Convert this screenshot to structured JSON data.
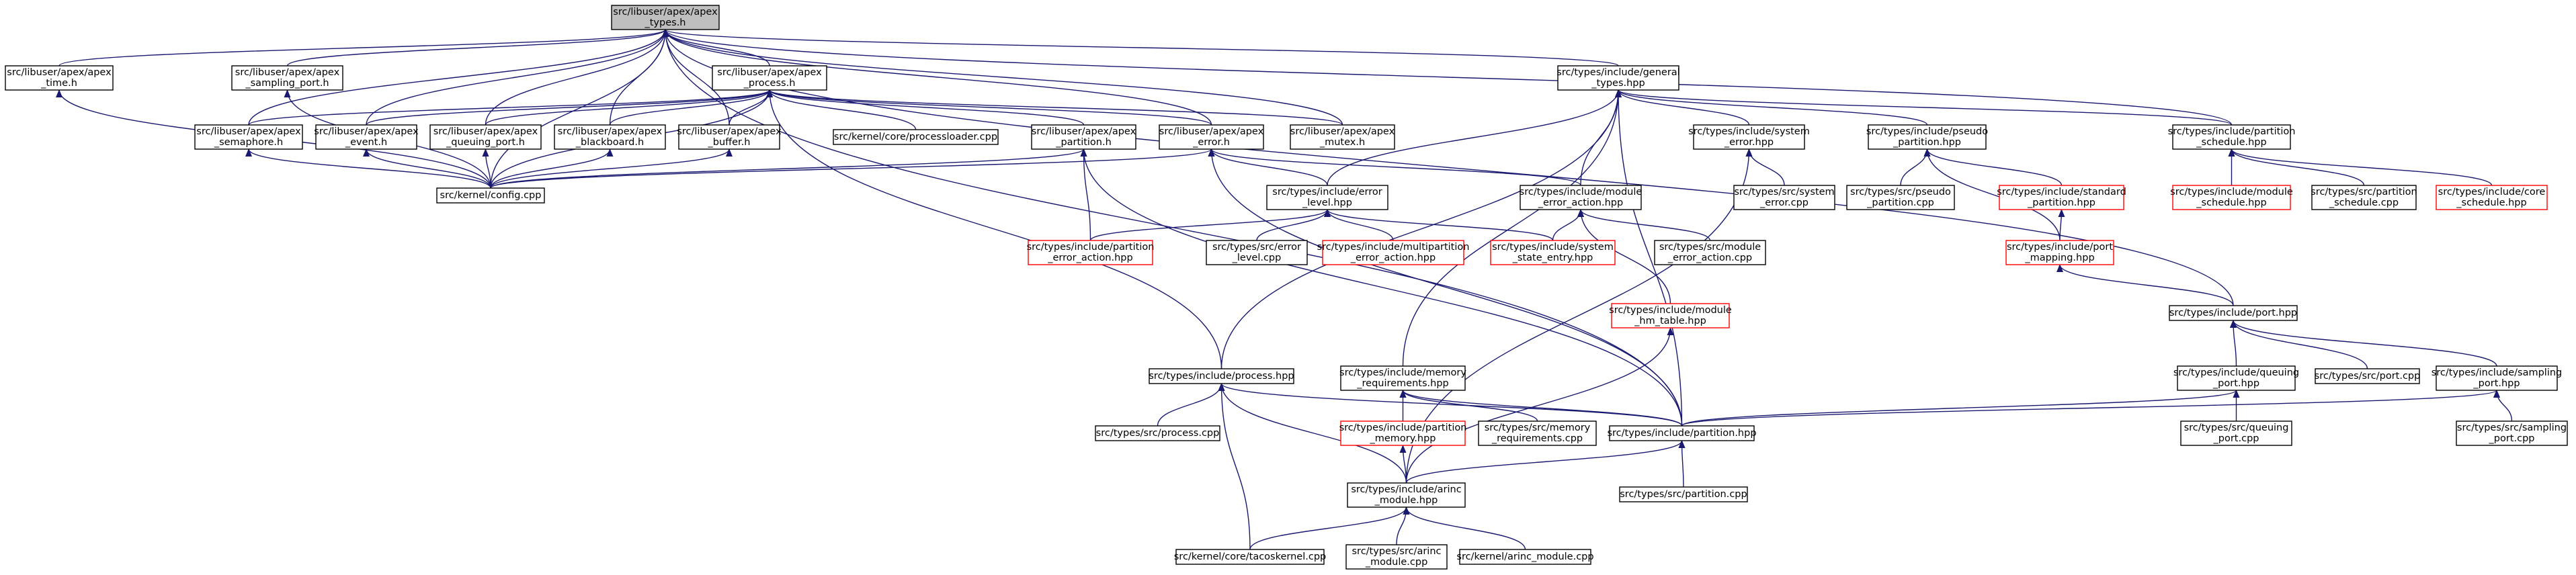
{
  "graph": {
    "nodes": [
      {
        "id": "types_h",
        "lines": [
          "src/libuser/apex/apex",
          "_types.h"
        ],
        "style": "root"
      },
      {
        "id": "time_h",
        "lines": [
          "src/libuser/apex/apex",
          "_time.h"
        ],
        "style": "normal"
      },
      {
        "id": "sampling_h",
        "lines": [
          "src/libuser/apex/apex",
          "_sampling_port.h"
        ],
        "style": "normal"
      },
      {
        "id": "process_h",
        "lines": [
          "src/libuser/apex/apex",
          "_process.h"
        ],
        "style": "normal"
      },
      {
        "id": "general_types",
        "lines": [
          "src/types/include/general",
          "_types.hpp"
        ],
        "style": "normal"
      },
      {
        "id": "semaphore_h",
        "lines": [
          "src/libuser/apex/apex",
          "_semaphore.h"
        ],
        "style": "normal"
      },
      {
        "id": "event_h",
        "lines": [
          "src/libuser/apex/apex",
          "_event.h"
        ],
        "style": "normal"
      },
      {
        "id": "queuing_h",
        "lines": [
          "src/libuser/apex/apex",
          "_queuing_port.h"
        ],
        "style": "normal"
      },
      {
        "id": "blackboard_h",
        "lines": [
          "src/libuser/apex/apex",
          "_blackboard.h"
        ],
        "style": "normal"
      },
      {
        "id": "buffer_h",
        "lines": [
          "src/libuser/apex/apex",
          "_buffer.h"
        ],
        "style": "normal"
      },
      {
        "id": "processloader",
        "lines": [
          "src/kernel/core/processloader.cpp"
        ],
        "style": "normal"
      },
      {
        "id": "partition_h",
        "lines": [
          "src/libuser/apex/apex",
          "_partition.h"
        ],
        "style": "normal"
      },
      {
        "id": "error_h",
        "lines": [
          "src/libuser/apex/apex",
          "_error.h"
        ],
        "style": "normal"
      },
      {
        "id": "mutex_h",
        "lines": [
          "src/libuser/apex/apex",
          "_mutex.h"
        ],
        "style": "normal"
      },
      {
        "id": "sys_error",
        "lines": [
          "src/types/include/system",
          "_error.hpp"
        ],
        "style": "normal"
      },
      {
        "id": "pseudo_part",
        "lines": [
          "src/types/include/pseudo",
          "_partition.hpp"
        ],
        "style": "normal"
      },
      {
        "id": "part_sched",
        "lines": [
          "src/types/include/partition",
          "_schedule.hpp"
        ],
        "style": "normal"
      },
      {
        "id": "config_cpp",
        "lines": [
          "src/kernel/config.cpp"
        ],
        "style": "normal"
      },
      {
        "id": "error_level",
        "lines": [
          "src/types/include/error",
          "_level.hpp"
        ],
        "style": "normal"
      },
      {
        "id": "mod_err_act",
        "lines": [
          "src/types/include/module",
          "_error_action.hpp"
        ],
        "style": "normal"
      },
      {
        "id": "sys_error_cpp",
        "lines": [
          "src/types/src/system",
          "_error.cpp"
        ],
        "style": "normal"
      },
      {
        "id": "pseudo_part_cpp",
        "lines": [
          "src/types/src/pseudo",
          "_partition.cpp"
        ],
        "style": "normal"
      },
      {
        "id": "std_part",
        "lines": [
          "src/types/include/standard",
          "_partition.hpp"
        ],
        "style": "red"
      },
      {
        "id": "mod_sched",
        "lines": [
          "src/types/include/module",
          "_schedule.hpp"
        ],
        "style": "red"
      },
      {
        "id": "part_sched_cpp",
        "lines": [
          "src/types/src/partition",
          "_schedule.cpp"
        ],
        "style": "normal"
      },
      {
        "id": "core_sched",
        "lines": [
          "src/types/include/core",
          "_schedule.hpp"
        ],
        "style": "red"
      },
      {
        "id": "part_err_act",
        "lines": [
          "src/types/include/partition",
          "_error_action.hpp"
        ],
        "style": "red"
      },
      {
        "id": "err_level_cpp",
        "lines": [
          "src/types/src/error",
          "_level.cpp"
        ],
        "style": "normal"
      },
      {
        "id": "multipart_err",
        "lines": [
          "src/types/include/multipartition",
          "_error_action.hpp"
        ],
        "style": "red"
      },
      {
        "id": "sys_state",
        "lines": [
          "src/types/include/system",
          "_state_entry.hpp"
        ],
        "style": "red"
      },
      {
        "id": "mod_err_act_cpp",
        "lines": [
          "src/types/src/module",
          "_error_action.cpp"
        ],
        "style": "normal"
      },
      {
        "id": "port_mapping",
        "lines": [
          "src/types/include/port",
          "_mapping.hpp"
        ],
        "style": "red"
      },
      {
        "id": "mod_hm",
        "lines": [
          "src/types/include/module",
          "_hm_table.hpp"
        ],
        "style": "red"
      },
      {
        "id": "port_hpp",
        "lines": [
          "src/types/include/port.hpp"
        ],
        "style": "normal"
      },
      {
        "id": "process_hpp",
        "lines": [
          "src/types/include/process.hpp"
        ],
        "style": "normal"
      },
      {
        "id": "mem_req",
        "lines": [
          "src/types/include/memory",
          "_requirements.hpp"
        ],
        "style": "normal"
      },
      {
        "id": "queuing_hpp",
        "lines": [
          "src/types/include/queuing",
          "_port.hpp"
        ],
        "style": "normal"
      },
      {
        "id": "port_cpp",
        "lines": [
          "src/types/src/port.cpp"
        ],
        "style": "normal"
      },
      {
        "id": "sampling_hpp",
        "lines": [
          "src/types/include/sampling",
          "_port.hpp"
        ],
        "style": "normal"
      },
      {
        "id": "process_cpp",
        "lines": [
          "src/types/src/process.cpp"
        ],
        "style": "normal"
      },
      {
        "id": "part_mem",
        "lines": [
          "src/types/include/partition",
          "_memory.hpp"
        ],
        "style": "red"
      },
      {
        "id": "mem_req_cpp",
        "lines": [
          "src/types/src/memory",
          "_requirements.cpp"
        ],
        "style": "normal"
      },
      {
        "id": "partition_hpp",
        "lines": [
          "src/types/include/partition.hpp"
        ],
        "style": "normal"
      },
      {
        "id": "queuing_cpp",
        "lines": [
          "src/types/src/queuing",
          "_port.cpp"
        ],
        "style": "normal"
      },
      {
        "id": "sampling_cpp",
        "lines": [
          "src/types/src/sampling",
          "_port.cpp"
        ],
        "style": "normal"
      },
      {
        "id": "arinc_module",
        "lines": [
          "src/types/include/arinc",
          "_module.hpp"
        ],
        "style": "normal"
      },
      {
        "id": "partition_cpp",
        "lines": [
          "src/types/src/partition.cpp"
        ],
        "style": "normal"
      },
      {
        "id": "tacos",
        "lines": [
          "src/kernel/core/tacoskernel.cpp"
        ],
        "style": "normal"
      },
      {
        "id": "arinc_cpp",
        "lines": [
          "src/types/src/arinc",
          "_module.cpp"
        ],
        "style": "normal"
      },
      {
        "id": "kernel_arinc",
        "lines": [
          "src/kernel/arinc_module.cpp"
        ],
        "style": "normal"
      }
    ],
    "edges": [
      [
        "time_h",
        "types_h"
      ],
      [
        "sampling_h",
        "types_h"
      ],
      [
        "process_h",
        "types_h"
      ],
      [
        "general_types",
        "types_h"
      ],
      [
        "semaphore_h",
        "types_h"
      ],
      [
        "event_h",
        "types_h"
      ],
      [
        "queuing_h",
        "types_h"
      ],
      [
        "blackboard_h",
        "types_h"
      ],
      [
        "buffer_h",
        "types_h"
      ],
      [
        "error_h",
        "types_h"
      ],
      [
        "mutex_h",
        "types_h"
      ],
      [
        "part_sched",
        "types_h"
      ],
      [
        "port_hpp",
        "types_h"
      ],
      [
        "partition_hpp",
        "types_h"
      ],
      [
        "config_cpp",
        "types_h"
      ],
      [
        "config_cpp",
        "time_h"
      ],
      [
        "config_cpp",
        "sampling_h"
      ],
      [
        "semaphore_h",
        "process_h"
      ],
      [
        "event_h",
        "process_h"
      ],
      [
        "queuing_h",
        "process_h"
      ],
      [
        "blackboard_h",
        "process_h"
      ],
      [
        "buffer_h",
        "process_h"
      ],
      [
        "processloader",
        "process_h"
      ],
      [
        "partition_h",
        "process_h"
      ],
      [
        "error_h",
        "process_h"
      ],
      [
        "mutex_h",
        "process_h"
      ],
      [
        "config_cpp",
        "process_h"
      ],
      [
        "process_hpp",
        "process_h"
      ],
      [
        "config_cpp",
        "semaphore_h"
      ],
      [
        "config_cpp",
        "event_h"
      ],
      [
        "config_cpp",
        "queuing_h"
      ],
      [
        "config_cpp",
        "blackboard_h"
      ],
      [
        "config_cpp",
        "buffer_h"
      ],
      [
        "config_cpp",
        "partition_h"
      ],
      [
        "config_cpp",
        "error_h"
      ],
      [
        "part_err_act",
        "partition_h"
      ],
      [
        "partition_hpp",
        "partition_h"
      ],
      [
        "error_level",
        "error_h"
      ],
      [
        "mod_err_act",
        "error_h"
      ],
      [
        "partition_hpp",
        "error_h"
      ],
      [
        "error_level",
        "general_types"
      ],
      [
        "mod_err_act",
        "general_types"
      ],
      [
        "sys_error",
        "general_types"
      ],
      [
        "pseudo_part",
        "general_types"
      ],
      [
        "part_sched",
        "general_types"
      ],
      [
        "process_hpp",
        "general_types"
      ],
      [
        "mem_req",
        "general_types"
      ],
      [
        "partition_hpp",
        "general_types"
      ],
      [
        "sys_error_cpp",
        "sys_error"
      ],
      [
        "arinc_module",
        "sys_error"
      ],
      [
        "pseudo_part_cpp",
        "pseudo_part"
      ],
      [
        "std_part",
        "pseudo_part"
      ],
      [
        "port_mapping",
        "pseudo_part"
      ],
      [
        "port_mapping",
        "std_part"
      ],
      [
        "mod_sched",
        "part_sched"
      ],
      [
        "part_sched_cpp",
        "part_sched"
      ],
      [
        "core_sched",
        "part_sched"
      ],
      [
        "part_err_act",
        "error_level"
      ],
      [
        "err_level_cpp",
        "error_level"
      ],
      [
        "multipart_err",
        "error_level"
      ],
      [
        "sys_state",
        "error_level"
      ],
      [
        "sys_state",
        "mod_err_act"
      ],
      [
        "mod_err_act_cpp",
        "mod_err_act"
      ],
      [
        "mod_hm",
        "mod_err_act"
      ],
      [
        "port_hpp",
        "port_mapping"
      ],
      [
        "arinc_module",
        "mod_hm"
      ],
      [
        "queuing_hpp",
        "port_hpp"
      ],
      [
        "port_cpp",
        "port_hpp"
      ],
      [
        "sampling_hpp",
        "port_hpp"
      ],
      [
        "process_cpp",
        "process_hpp"
      ],
      [
        "partition_hpp",
        "process_hpp"
      ],
      [
        "arinc_module",
        "process_hpp"
      ],
      [
        "tacos",
        "process_hpp"
      ],
      [
        "part_mem",
        "mem_req"
      ],
      [
        "mem_req_cpp",
        "mem_req"
      ],
      [
        "partition_hpp",
        "mem_req"
      ],
      [
        "partition_hpp",
        "queuing_hpp"
      ],
      [
        "queuing_cpp",
        "queuing_hpp"
      ],
      [
        "partition_hpp",
        "sampling_hpp"
      ],
      [
        "sampling_cpp",
        "sampling_hpp"
      ],
      [
        "arinc_module",
        "part_mem"
      ],
      [
        "arinc_module",
        "partition_hpp"
      ],
      [
        "partition_cpp",
        "partition_hpp"
      ],
      [
        "tacos",
        "arinc_module"
      ],
      [
        "arinc_cpp",
        "arinc_module"
      ],
      [
        "kernel_arinc",
        "arinc_module"
      ]
    ],
    "colors": {
      "edge": "#191970",
      "box_border": "#000000",
      "root_fill": "#bfbfbf",
      "node_fill": "#ffffff",
      "red_border": "#ff0000"
    }
  }
}
